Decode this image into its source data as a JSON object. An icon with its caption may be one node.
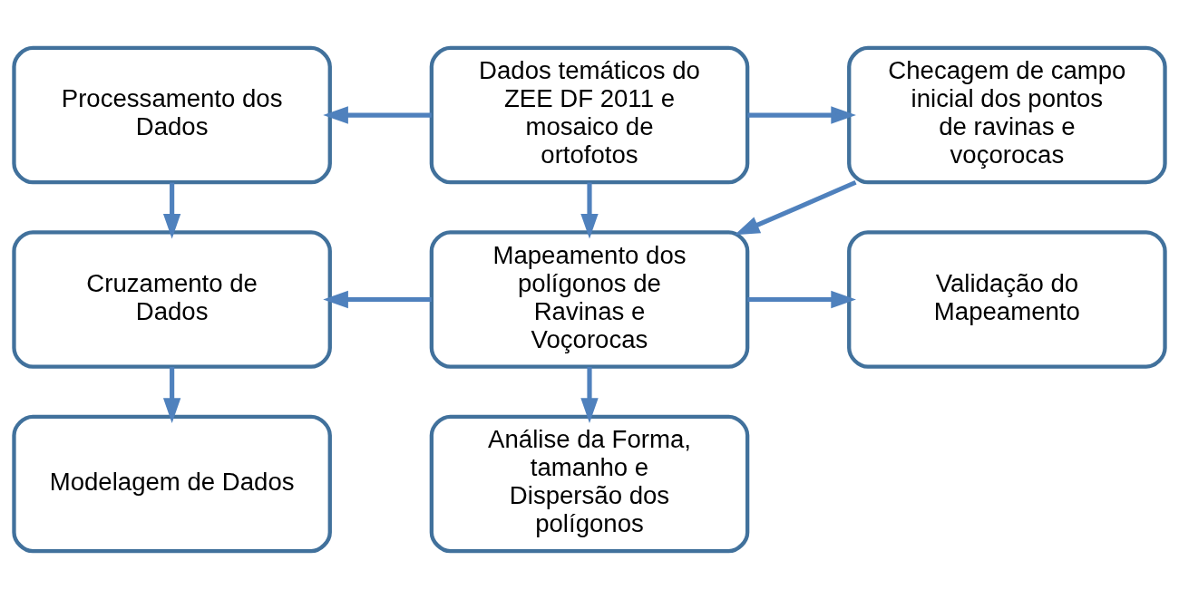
{
  "diagram": {
    "nodes": [
      {
        "text": [
          "Processamento dos Dados"
        ]
      },
      {
        "text": [
          "Dados temáticos do ZEE DF 2011 e mosaico de ortofotos"
        ]
      },
      {
        "text": [
          "Checagem de campo inicial dos pontos de ravinas e voçorocas"
        ]
      },
      {
        "text": [
          "Cruzamento de Dados"
        ]
      },
      {
        "text": [
          "Mapeamento dos polígonos de Ravinas e Voçorocas"
        ]
      },
      {
        "text": [
          "Validação do Mapeamento"
        ]
      },
      {
        "text": [
          "Modelagem de Dados"
        ]
      },
      {
        "text": [
          "Análise da Forma, tamanho e Dispersão dos polígonos"
        ]
      }
    ],
    "edges": [
      {
        "from": 1,
        "to": 0,
        "arrow": "to"
      },
      {
        "from": 1,
        "to": 2,
        "arrow": "to"
      },
      {
        "from": 1,
        "to": 4,
        "arrow": "to"
      },
      {
        "from": 2,
        "to": 4,
        "arrow": "to"
      },
      {
        "from": 0,
        "to": 3,
        "arrow": "to"
      },
      {
        "from": 4,
        "to": 3,
        "arrow": "to"
      },
      {
        "from": 4,
        "to": 5,
        "arrow": "to"
      },
      {
        "from": 3,
        "to": 6,
        "arrow": "to"
      },
      {
        "from": 4,
        "to": 7,
        "arrow": "to"
      }
    ]
  }
}
